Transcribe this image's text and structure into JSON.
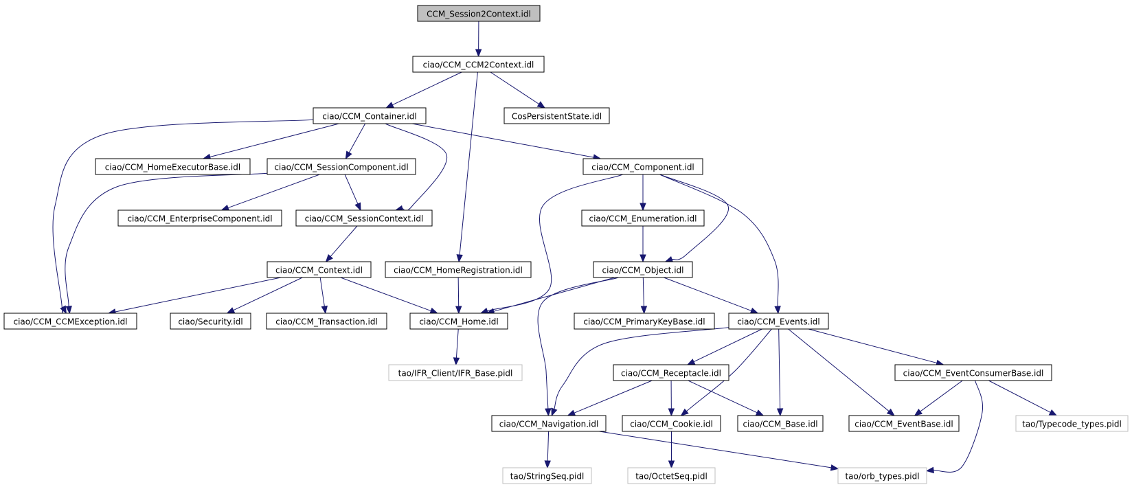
{
  "graph": {
    "nodes": [
      {
        "id": "root",
        "label": "CCM_Session2Context.idl",
        "style": "root"
      },
      {
        "id": "ccm2ctx",
        "label": "ciao/CCM_CCM2Context.idl",
        "style": "normal"
      },
      {
        "id": "container",
        "label": "ciao/CCM_Container.idl",
        "style": "normal"
      },
      {
        "id": "cospers",
        "label": "CosPersistentState.idl",
        "style": "normal"
      },
      {
        "id": "homeexec",
        "label": "ciao/CCM_HomeExecutorBase.idl",
        "style": "normal"
      },
      {
        "id": "sesscomp",
        "label": "ciao/CCM_SessionComponent.idl",
        "style": "normal"
      },
      {
        "id": "component",
        "label": "ciao/CCM_Component.idl",
        "style": "normal"
      },
      {
        "id": "entcomp",
        "label": "ciao/CCM_EnterpriseComponent.idl",
        "style": "normal"
      },
      {
        "id": "sessctx",
        "label": "ciao/CCM_SessionContext.idl",
        "style": "normal"
      },
      {
        "id": "enumer",
        "label": "ciao/CCM_Enumeration.idl",
        "style": "normal"
      },
      {
        "id": "context",
        "label": "ciao/CCM_Context.idl",
        "style": "normal"
      },
      {
        "id": "homereg",
        "label": "ciao/CCM_HomeRegistration.idl",
        "style": "normal"
      },
      {
        "id": "object",
        "label": "ciao/CCM_Object.idl",
        "style": "normal"
      },
      {
        "id": "ccmexc",
        "label": "ciao/CCM_CCMException.idl",
        "style": "normal"
      },
      {
        "id": "security",
        "label": "ciao/Security.idl",
        "style": "normal"
      },
      {
        "id": "transact",
        "label": "ciao/CCM_Transaction.idl",
        "style": "normal"
      },
      {
        "id": "home",
        "label": "ciao/CCM_Home.idl",
        "style": "normal"
      },
      {
        "id": "pkbase",
        "label": "ciao/CCM_PrimaryKeyBase.idl",
        "style": "normal"
      },
      {
        "id": "events",
        "label": "ciao/CCM_Events.idl",
        "style": "normal"
      },
      {
        "id": "ifrbase",
        "label": "tao/IFR_Client/IFR_Base.pidl",
        "style": "ext"
      },
      {
        "id": "recept",
        "label": "ciao/CCM_Receptacle.idl",
        "style": "normal"
      },
      {
        "id": "evconsumer",
        "label": "ciao/CCM_EventConsumerBase.idl",
        "style": "normal"
      },
      {
        "id": "navig",
        "label": "ciao/CCM_Navigation.idl",
        "style": "normal"
      },
      {
        "id": "cookie",
        "label": "ciao/CCM_Cookie.idl",
        "style": "normal"
      },
      {
        "id": "base",
        "label": "ciao/CCM_Base.idl",
        "style": "normal"
      },
      {
        "id": "evbase",
        "label": "ciao/CCM_EventBase.idl",
        "style": "normal"
      },
      {
        "id": "typecode",
        "label": "tao/Typecode_types.pidl",
        "style": "ext"
      },
      {
        "id": "strseq",
        "label": "tao/StringSeq.pidl",
        "style": "ext"
      },
      {
        "id": "octseq",
        "label": "tao/OctetSeq.pidl",
        "style": "ext"
      },
      {
        "id": "orbtypes",
        "label": "tao/orb_types.pidl",
        "style": "ext"
      }
    ],
    "edges": [
      {
        "from": "root",
        "to": "ccm2ctx"
      },
      {
        "from": "ccm2ctx",
        "to": "container"
      },
      {
        "from": "ccm2ctx",
        "to": "homereg"
      },
      {
        "from": "ccm2ctx",
        "to": "cospers"
      },
      {
        "from": "container",
        "to": "ccmexc"
      },
      {
        "from": "container",
        "to": "homeexec"
      },
      {
        "from": "container",
        "to": "sesscomp"
      },
      {
        "from": "container",
        "to": "sessctx"
      },
      {
        "from": "container",
        "to": "component"
      },
      {
        "from": "sesscomp",
        "to": "ccmexc"
      },
      {
        "from": "sesscomp",
        "to": "entcomp"
      },
      {
        "from": "sesscomp",
        "to": "sessctx"
      },
      {
        "from": "sessctx",
        "to": "context"
      },
      {
        "from": "context",
        "to": "ccmexc"
      },
      {
        "from": "context",
        "to": "security"
      },
      {
        "from": "context",
        "to": "transact"
      },
      {
        "from": "context",
        "to": "home"
      },
      {
        "from": "homereg",
        "to": "home"
      },
      {
        "from": "component",
        "to": "home"
      },
      {
        "from": "component",
        "to": "enumer"
      },
      {
        "from": "component",
        "to": "object"
      },
      {
        "from": "component",
        "to": "events"
      },
      {
        "from": "enumer",
        "to": "object"
      },
      {
        "from": "object",
        "to": "home"
      },
      {
        "from": "object",
        "to": "navig"
      },
      {
        "from": "object",
        "to": "pkbase"
      },
      {
        "from": "object",
        "to": "events"
      },
      {
        "from": "home",
        "to": "ifrbase"
      },
      {
        "from": "events",
        "to": "navig"
      },
      {
        "from": "events",
        "to": "recept"
      },
      {
        "from": "events",
        "to": "cookie"
      },
      {
        "from": "events",
        "to": "base"
      },
      {
        "from": "events",
        "to": "evbase"
      },
      {
        "from": "events",
        "to": "evconsumer"
      },
      {
        "from": "recept",
        "to": "navig"
      },
      {
        "from": "recept",
        "to": "cookie"
      },
      {
        "from": "recept",
        "to": "base"
      },
      {
        "from": "evconsumer",
        "to": "evbase"
      },
      {
        "from": "evconsumer",
        "to": "typecode"
      },
      {
        "from": "evconsumer",
        "to": "orbtypes"
      },
      {
        "from": "navig",
        "to": "strseq"
      },
      {
        "from": "navig",
        "to": "orbtypes"
      },
      {
        "from": "cookie",
        "to": "octseq"
      }
    ]
  }
}
